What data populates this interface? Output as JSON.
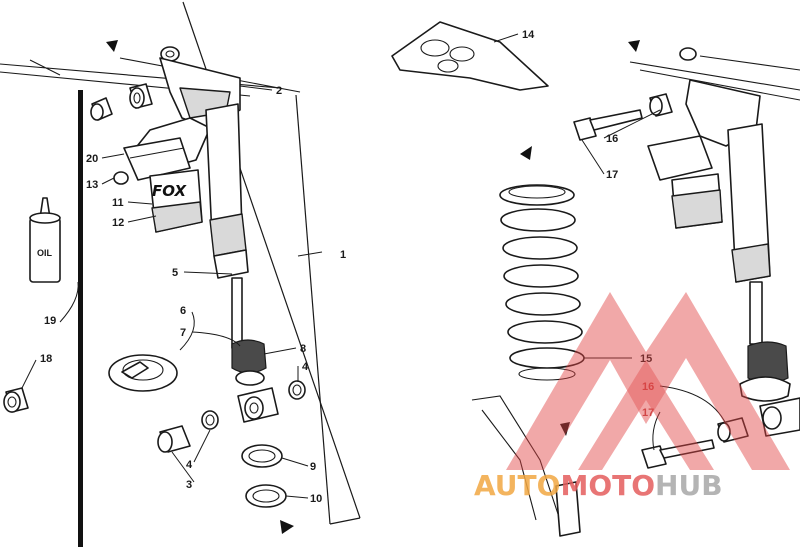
{
  "diagram": {
    "callouts": [
      {
        "id": "1",
        "label": "1"
      },
      {
        "id": "2",
        "label": "2"
      },
      {
        "id": "3",
        "label": "3"
      },
      {
        "id": "4a",
        "label": "4"
      },
      {
        "id": "4b",
        "label": "4"
      },
      {
        "id": "5",
        "label": "5"
      },
      {
        "id": "6",
        "label": "6"
      },
      {
        "id": "7",
        "label": "7"
      },
      {
        "id": "8",
        "label": "8"
      },
      {
        "id": "9",
        "label": "9"
      },
      {
        "id": "10",
        "label": "10"
      },
      {
        "id": "11",
        "label": "11"
      },
      {
        "id": "12",
        "label": "12"
      },
      {
        "id": "13",
        "label": "13"
      },
      {
        "id": "14",
        "label": "14"
      },
      {
        "id": "15",
        "label": "15"
      },
      {
        "id": "16a",
        "label": "16"
      },
      {
        "id": "16b",
        "label": "16"
      },
      {
        "id": "17a",
        "label": "17"
      },
      {
        "id": "17b",
        "label": "17"
      },
      {
        "id": "18",
        "label": "18"
      },
      {
        "id": "19",
        "label": "19"
      },
      {
        "id": "20",
        "label": "20"
      }
    ],
    "oil_bottle_label": "OIL",
    "shock_brand": "FOX"
  },
  "watermark": {
    "word_1": "AUTO",
    "word_2": "MOTO",
    "word_3": "HUB",
    "colors": {
      "auto": "#f2a742",
      "moto": "#e55d5d",
      "hub": "#a8a8a8",
      "logo": "#e04545"
    }
  }
}
